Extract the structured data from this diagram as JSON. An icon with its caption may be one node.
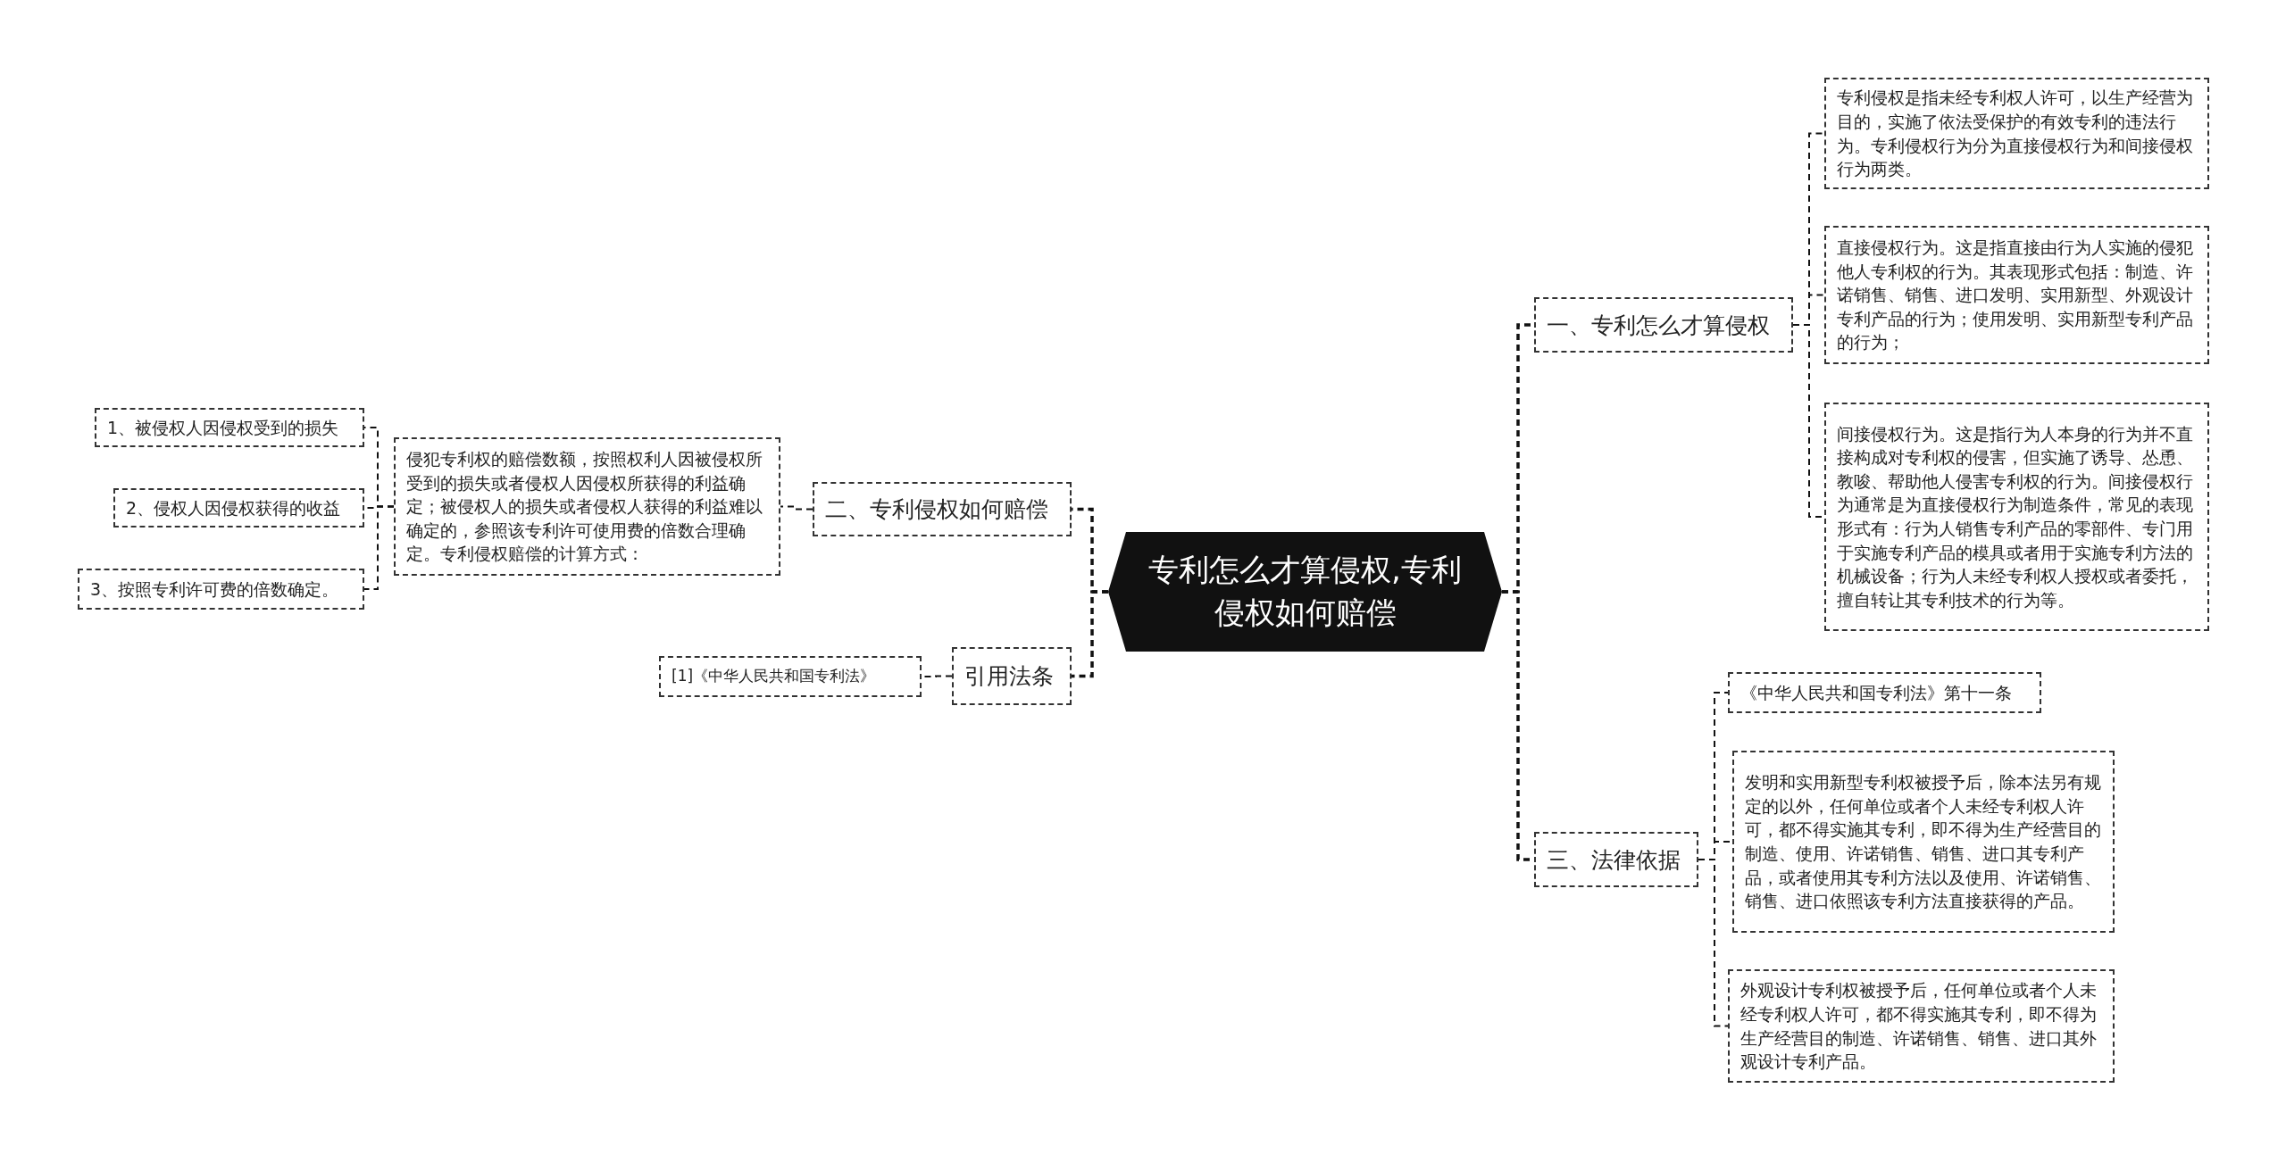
{
  "diagram": {
    "nodes": [
      {
        "text": [
          "专利怎么才算侵权,专利侵权如何赔偿"
        ]
      },
      {
        "text": [
          "一、专利怎么才算侵权"
        ]
      },
      {
        "text": [
          "专利侵权是指未经专利权人许可，以生产经营为目的，实施了依法受保护的有效专利的违法行为。专利侵权行为分为直接侵权行为和间接侵权行为两类。"
        ]
      },
      {
        "text": [
          "直接侵权行为。这是指直接由行为人实施的侵犯他人专利权的行为。其表现形式包括：制造、许诺销售、销售、进口发明、实用新型、外观设计专利产品的行为；使用发明、实用新型专利产品的行为；"
        ]
      },
      {
        "text": [
          "间接侵权行为。这是指行为人本身的行为并不直接构成对专利权的侵害，但实施了诱导、怂恿、教唆、帮助他人侵害专利权的行为。间接侵权行为通常是为直接侵权行为制造条件，常见的表现形式有：行为人销售专利产品的零部件、专门用于实施专利产品的模具或者用于实施专利方法的机械设备；行为人未经专利权人授权或者委托，擅自转让其专利技术的行为等。"
        ]
      },
      {
        "text": [
          "三、法律依据"
        ]
      },
      {
        "text": [
          "《中华人民共和国专利法》第十一条"
        ]
      },
      {
        "text": [
          "发明和实用新型专利权被授予后，除本法另有规定的以外，任何单位或者个人未经专利权人许可，都不得实施其专利，即不得为生产经营目的制造、使用、许诺销售、销售、进口其专利产品，或者使用其专利方法以及使用、许诺销售、销售、进口依照该专利方法直接获得的产品。"
        ]
      },
      {
        "text": [
          "外观设计专利权被授予后，任何单位或者个人未经专利权人许可，都不得实施其专利，即不得为生产经营目的制造、许诺销售、销售、进口其外观设计专利产品。"
        ]
      },
      {
        "text": [
          "二、专利侵权如何赔偿"
        ]
      },
      {
        "text": [
          "侵犯专利权的赔偿数额，按照权利人因被侵权所受到的损失或者侵权人因侵权所获得的利益确定；被侵权人的损失或者侵权人获得的利益难以确定的，参照该专利许可使用费的倍数合理确定。专利侵权赔偿的计算方式："
        ]
      },
      {
        "text": [
          "1、被侵权人因侵权受到的损失"
        ]
      },
      {
        "text": [
          "2、侵权人因侵权获得的收益"
        ]
      },
      {
        "text": [
          "3、按照专利许可费的倍数确定。"
        ]
      },
      {
        "text": [
          "引用法条"
        ]
      },
      {
        "text": [
          "[1]《中华人民共和国专利法》"
        ]
      }
    ],
    "edges": [
      {
        "from": 0,
        "to": 1,
        "arrow": "none"
      },
      {
        "from": 1,
        "to": 2,
        "arrow": "none"
      },
      {
        "from": 1,
        "to": 3,
        "arrow": "none"
      },
      {
        "from": 1,
        "to": 4,
        "arrow": "none"
      },
      {
        "from": 0,
        "to": 5,
        "arrow": "none"
      },
      {
        "from": 5,
        "to": 6,
        "arrow": "none"
      },
      {
        "from": 5,
        "to": 7,
        "arrow": "none"
      },
      {
        "from": 5,
        "to": 8,
        "arrow": "none"
      },
      {
        "from": 0,
        "to": 9,
        "arrow": "none"
      },
      {
        "from": 9,
        "to": 10,
        "arrow": "none"
      },
      {
        "from": 10,
        "to": 11,
        "arrow": "none"
      },
      {
        "from": 10,
        "to": 12,
        "arrow": "none"
      },
      {
        "from": 10,
        "to": 13,
        "arrow": "none"
      },
      {
        "from": 0,
        "to": 14,
        "arrow": "none"
      },
      {
        "from": 14,
        "to": 15,
        "arrow": "none"
      }
    ]
  }
}
